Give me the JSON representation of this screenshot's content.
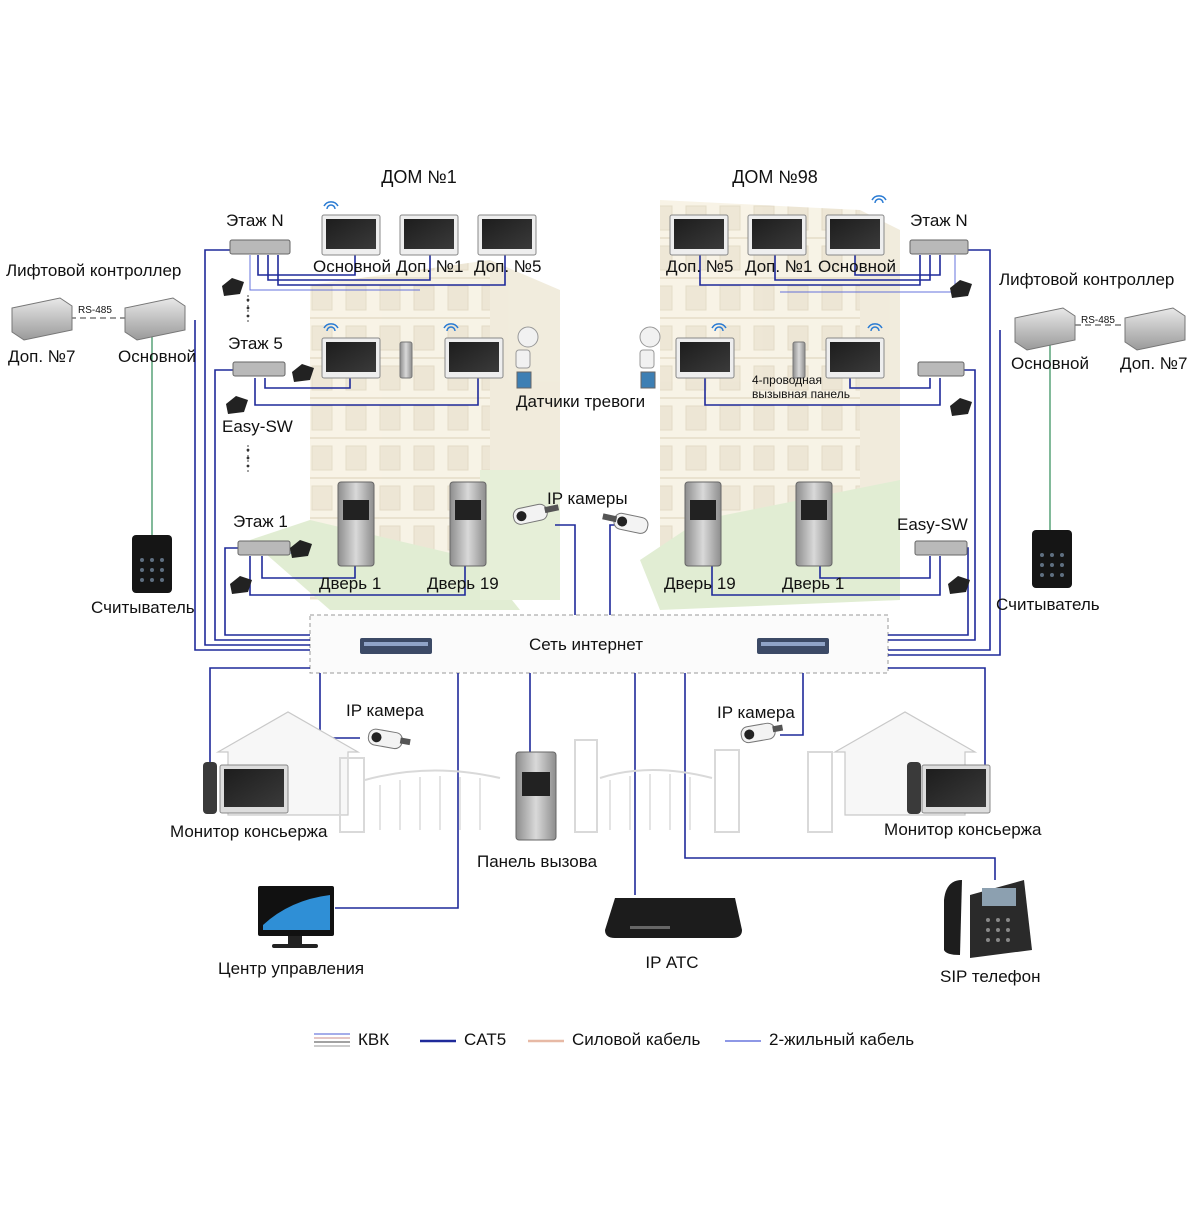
{
  "houses": {
    "left_title": "ДОМ №1",
    "right_title": "ДОМ №98"
  },
  "left": {
    "floor_n": "Этаж N",
    "floor_5": "Этаж 5",
    "floor_1": "Этаж 1",
    "easy_sw": "Easy-SW",
    "monitor_main": "Основной",
    "monitor_extra1": "Доп. №1",
    "monitor_extra5": "Доп. №5",
    "lift_title": "Лифтовой контроллер",
    "lift_extra": "Доп. №7",
    "lift_main": "Основной",
    "rs485": "RS-485",
    "reader": "Считыватель",
    "alarm": "Датчики тревоги",
    "door1": "Дверь 1",
    "door19": "Дверь 19"
  },
  "right": {
    "floor_n": "Этаж N",
    "easy_sw": "Easy-SW",
    "monitor_extra5": "Доп. №5",
    "monitor_extra1": "Доп. №1",
    "monitor_main": "Основной",
    "lift_title": "Лифтовой контроллер",
    "lift_main": "Основной",
    "lift_extra": "Доп. №7",
    "rs485": "RS-485",
    "reader": "Считыватель",
    "four_wire": "4-проводная\nвызывная панель",
    "door19": "Дверь 19",
    "door1": "Дверь 1"
  },
  "center": {
    "ip_cameras": "IP камеры",
    "internet": "Сеть интернет"
  },
  "bottom": {
    "ip_camera_left": "IP камера",
    "ip_camera_right": "IP камера",
    "concierge_left": "Монитор консьержа",
    "concierge_right": "Монитор консьержа",
    "call_panel": "Панель вызова",
    "control_center": "Центр управления",
    "ip_pbx": "IP АТС",
    "sip_phone": "SIP телефон"
  },
  "legend": [
    {
      "label": "КВК",
      "style": "kvk"
    },
    {
      "label": "CAT5",
      "style": "cat5"
    },
    {
      "label": "Силовой кабель",
      "style": "power"
    },
    {
      "label": "2-жильный кабель",
      "style": "twowire"
    }
  ],
  "colors": {
    "cat5": "#1f2a9a",
    "twowire": "#4b5bd6",
    "power": "#e7b9a5",
    "kvk": "#444444",
    "rs485": "#7a7a7a",
    "reader_line": "#2e8b57",
    "building_fill": "#f3ecd6",
    "building_edge": "#c9d7b6"
  },
  "icons": {
    "monitor": "monitor-icon",
    "switch": "network-switch-icon",
    "handset": "handset-icon",
    "camera": "ip-camera-icon",
    "wifi": "wifi-icon",
    "controller": "lift-controller-icon",
    "reader": "card-reader-icon",
    "door_panel": "door-panel-icon",
    "phone": "sip-phone-icon",
    "pbx": "ip-pbx-icon",
    "house": "house-icon",
    "gate": "gate-icon"
  }
}
